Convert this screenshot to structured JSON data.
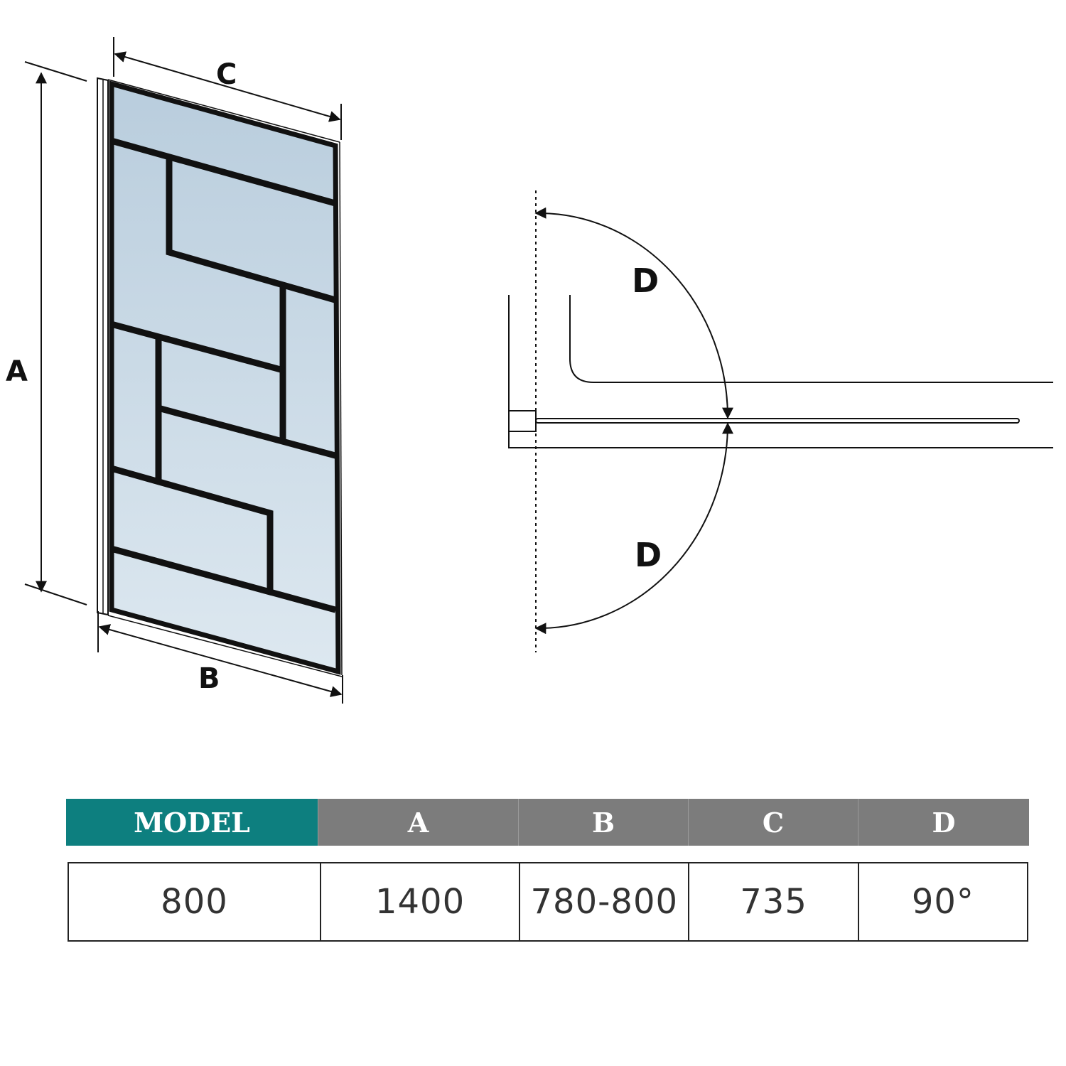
{
  "diagram": {
    "dimension_labels": {
      "height": "A",
      "bottom_width": "B",
      "top_width": "C"
    },
    "angle_labels": {
      "upper": "D",
      "lower": "D"
    },
    "colors": {
      "glass": "#c4d6e4",
      "frame": "#111111",
      "teal": "#0d7f7f",
      "header_gray": "#7c7c7c"
    }
  },
  "spec_table": {
    "headers": [
      "MODEL",
      "A",
      "B",
      "C",
      "D"
    ],
    "row": [
      "800",
      "1400",
      "780-800",
      "735",
      "90°"
    ]
  }
}
